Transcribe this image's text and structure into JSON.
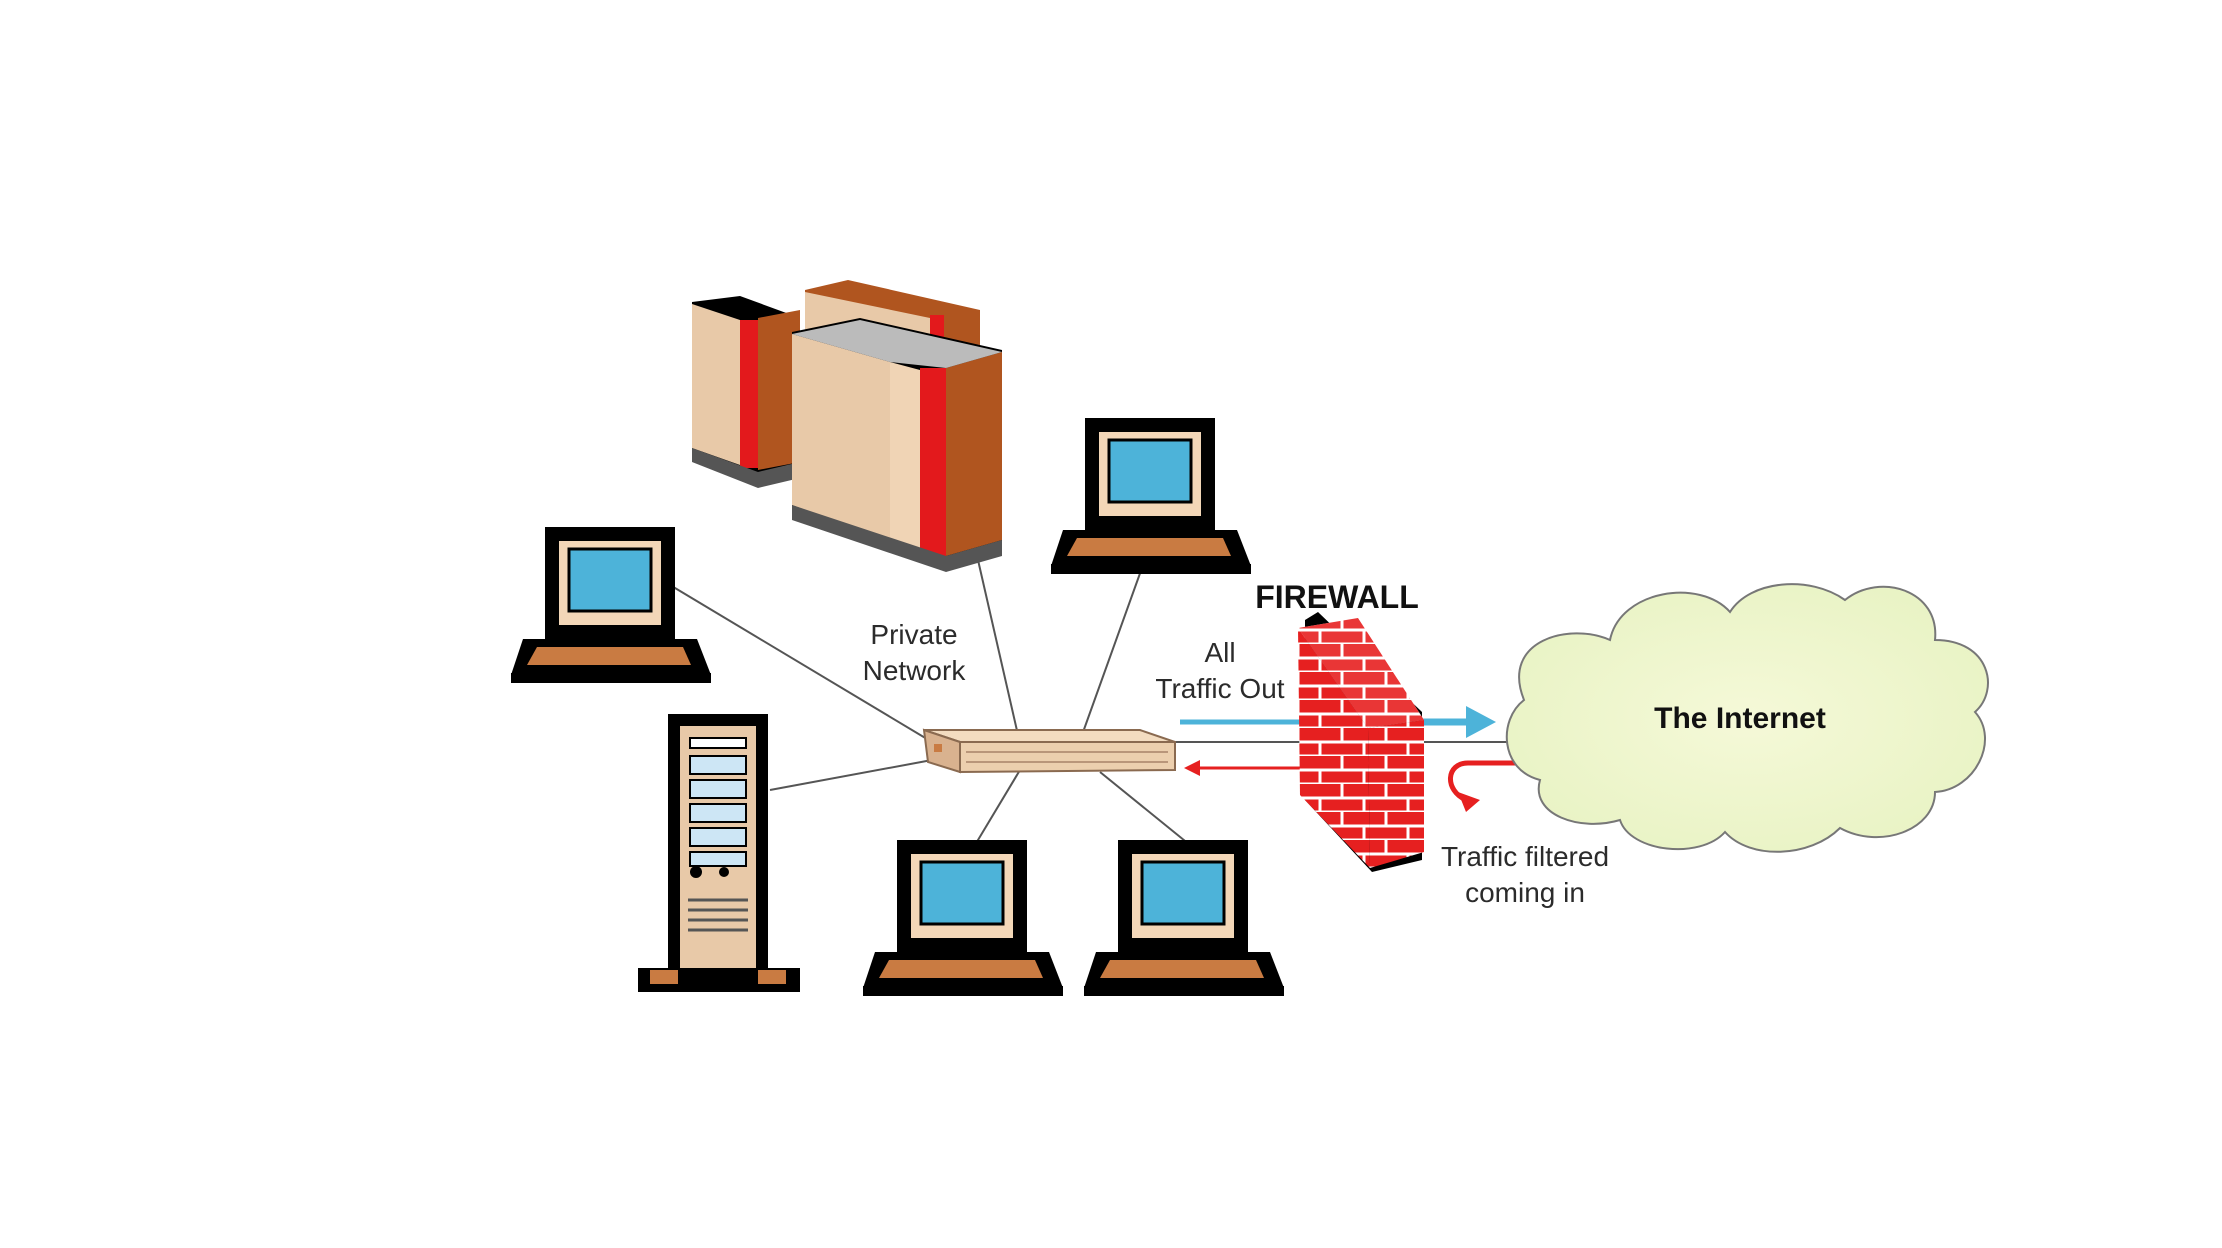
{
  "labels": {
    "private_network_line1": "Private",
    "private_network_line2": "Network",
    "all_traffic_line1": "All",
    "all_traffic_line2": "Traffic Out",
    "firewall": "FIREWALL",
    "internet": "The Internet",
    "filtered_line1": "Traffic filtered",
    "filtered_line2": "coming in"
  },
  "colors": {
    "screen": "#4db3d9",
    "laptop_body": "#000000",
    "laptop_base": "#c97b42",
    "server_body": "#e8c9a8",
    "server_side": "#b0551f",
    "server_stripe": "#e3191c",
    "firewall_brick": "#e62020",
    "internet_cloud": "#eef5cc",
    "arrow_out": "#4db3d9",
    "arrow_in": "#e62020",
    "hub": "#eccfae"
  },
  "icons": [
    "server-rack-icon",
    "laptop-icon",
    "tower-server-icon",
    "network-hub-icon",
    "brick-firewall-icon",
    "cloud-icon"
  ]
}
